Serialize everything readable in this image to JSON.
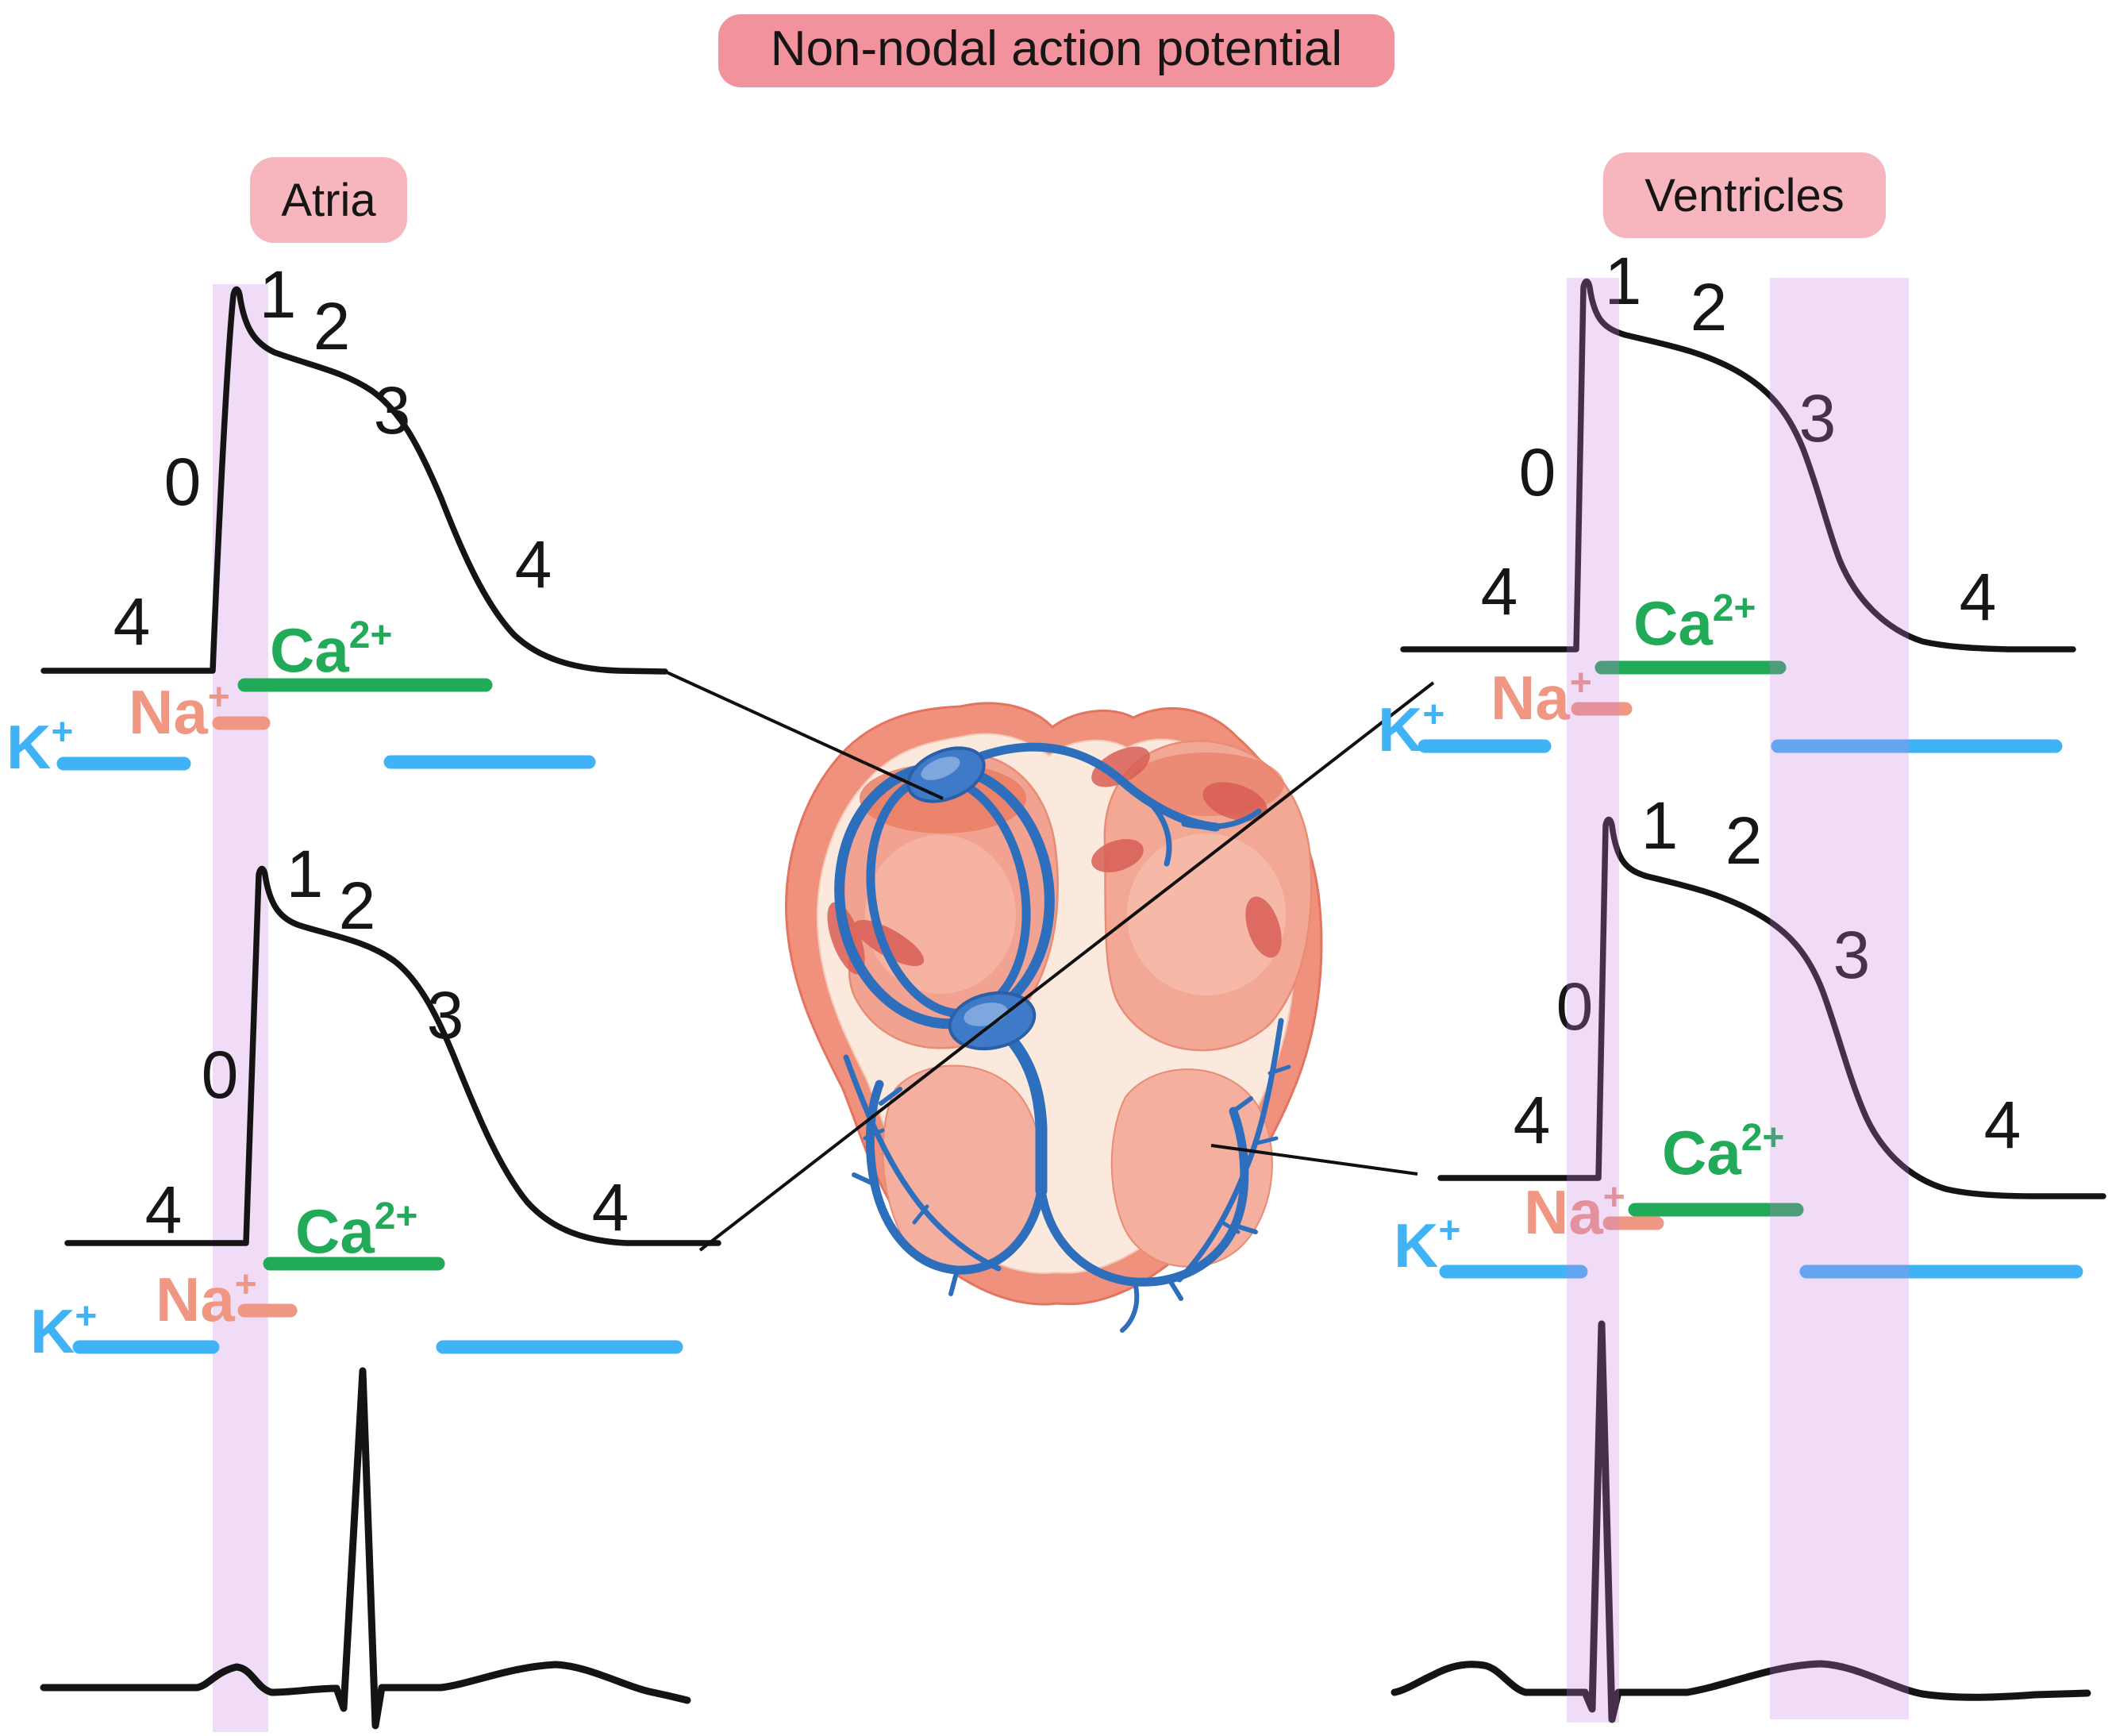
{
  "title": "Non-nodal action potential",
  "panels": {
    "atria": {
      "label": "Atria"
    },
    "ventricles": {
      "label": "Ventricles"
    }
  },
  "phases": {
    "p0": "0",
    "p1": "1",
    "p2": "2",
    "p3": "3",
    "p4": "4"
  },
  "ions": {
    "ca": {
      "base": "Ca",
      "sup": "2+"
    },
    "na": {
      "base": "Na",
      "sup": "+"
    },
    "k": {
      "base": "K",
      "sup": "+"
    }
  },
  "colors": {
    "title_badge": "#F2929C",
    "section_badge": "#F7B6BD",
    "band": "#C77FE0",
    "ca_green": "#21AA57",
    "na_salmon": "#F09784",
    "k_blue": "#3FB3F6",
    "trace_black": "#141414",
    "heart_wall": "#F0917E",
    "heart_lining": "#FBE9DD",
    "atrium_left_fill": "#F2A290",
    "atrium_right_fill": "#F3A896",
    "ventricle_fill": "#F5AF9E",
    "muscle_red": "#D85E55",
    "conduction_blue": "#2E6FBD"
  }
}
